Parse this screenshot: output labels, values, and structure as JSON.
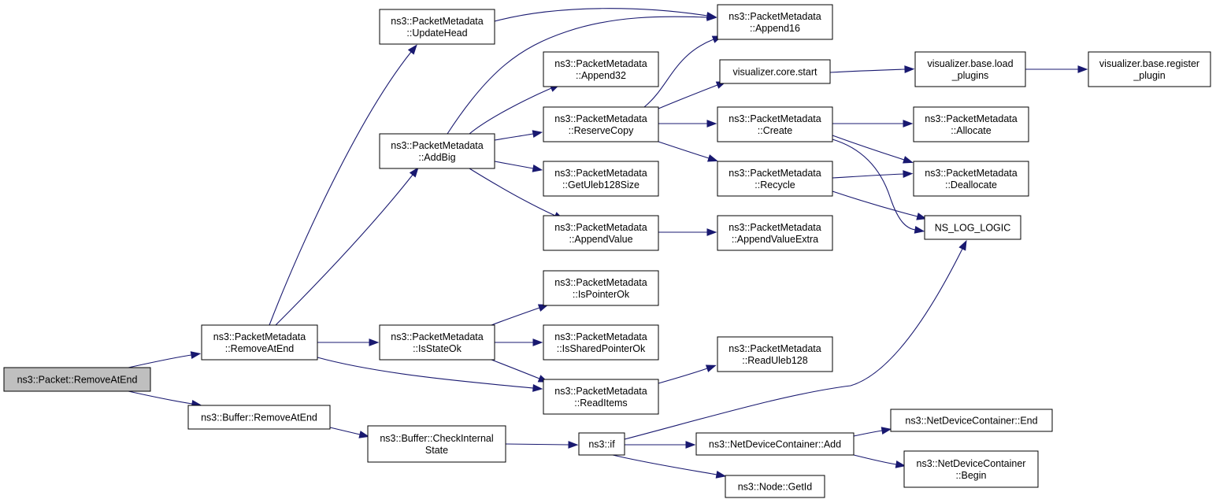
{
  "nodes": [
    {
      "id": "packet_removeatend",
      "lines": [
        "ns3::Packet::RemoveAtEnd"
      ]
    },
    {
      "id": "pm_removeatend",
      "lines": [
        "ns3::PacketMetadata",
        "::RemoveAtEnd"
      ]
    },
    {
      "id": "buffer_removeatend",
      "lines": [
        "ns3::Buffer::RemoveAtEnd"
      ]
    },
    {
      "id": "pm_updatehead",
      "lines": [
        "ns3::PacketMetadata",
        "::UpdateHead"
      ]
    },
    {
      "id": "pm_addbig",
      "lines": [
        "ns3::PacketMetadata",
        "::AddBig"
      ]
    },
    {
      "id": "pm_isstateok",
      "lines": [
        "ns3::PacketMetadata",
        "::IsStateOk"
      ]
    },
    {
      "id": "pm_readitems",
      "lines": [
        "ns3::PacketMetadata",
        "::ReadItems"
      ]
    },
    {
      "id": "buffer_checkinternalstate",
      "lines": [
        "ns3::Buffer::CheckInternal",
        "State"
      ]
    },
    {
      "id": "pm_append32",
      "lines": [
        "ns3::PacketMetadata",
        "::Append32"
      ]
    },
    {
      "id": "pm_reservecopy",
      "lines": [
        "ns3::PacketMetadata",
        "::ReserveCopy"
      ]
    },
    {
      "id": "pm_getuleb128size",
      "lines": [
        "ns3::PacketMetadata",
        "::GetUleb128Size"
      ]
    },
    {
      "id": "pm_appendvalue",
      "lines": [
        "ns3::PacketMetadata",
        "::AppendValue"
      ]
    },
    {
      "id": "pm_ispointerok",
      "lines": [
        "ns3::PacketMetadata",
        "::IsPointerOk"
      ]
    },
    {
      "id": "pm_issharedpointerok",
      "lines": [
        "ns3::PacketMetadata",
        "::IsSharedPointerOk"
      ]
    },
    {
      "id": "ns3_if",
      "lines": [
        "ns3::if"
      ]
    },
    {
      "id": "pm_append16",
      "lines": [
        "ns3::PacketMetadata",
        "::Append16"
      ]
    },
    {
      "id": "visualizer_core_start",
      "lines": [
        "visualizer.core.start"
      ]
    },
    {
      "id": "pm_create",
      "lines": [
        "ns3::PacketMetadata",
        "::Create"
      ]
    },
    {
      "id": "pm_recycle",
      "lines": [
        "ns3::PacketMetadata",
        "::Recycle"
      ]
    },
    {
      "id": "pm_appendvalueextra",
      "lines": [
        "ns3::PacketMetadata",
        "::AppendValueExtra"
      ]
    },
    {
      "id": "pm_readuleb128",
      "lines": [
        "ns3::PacketMetadata",
        "::ReadUleb128"
      ]
    },
    {
      "id": "ndc_add",
      "lines": [
        "ns3::NetDeviceContainer::Add"
      ]
    },
    {
      "id": "node_getid",
      "lines": [
        "ns3::Node::GetId"
      ]
    },
    {
      "id": "visualizer_base_load_plugins",
      "lines": [
        "visualizer.base.load",
        "_plugins"
      ]
    },
    {
      "id": "pm_allocate",
      "lines": [
        "ns3::PacketMetadata",
        "::Allocate"
      ]
    },
    {
      "id": "pm_deallocate",
      "lines": [
        "ns3::PacketMetadata",
        "::Deallocate"
      ]
    },
    {
      "id": "ns_log_logic",
      "lines": [
        "NS_LOG_LOGIC"
      ]
    },
    {
      "id": "ndc_end",
      "lines": [
        "ns3::NetDeviceContainer::End"
      ]
    },
    {
      "id": "ndc_begin",
      "lines": [
        "ns3::NetDeviceContainer",
        "::Begin"
      ]
    },
    {
      "id": "visualizer_base_register_plugin",
      "lines": [
        "visualizer.base.register",
        "_plugin"
      ]
    }
  ],
  "edges": [
    [
      "packet_removeatend",
      "pm_removeatend"
    ],
    [
      "packet_removeatend",
      "buffer_removeatend"
    ],
    [
      "pm_removeatend",
      "pm_updatehead"
    ],
    [
      "pm_removeatend",
      "pm_addbig"
    ],
    [
      "pm_removeatend",
      "pm_isstateok"
    ],
    [
      "pm_removeatend",
      "pm_readitems"
    ],
    [
      "pm_updatehead",
      "pm_append16"
    ],
    [
      "pm_addbig",
      "pm_append16"
    ],
    [
      "pm_addbig",
      "pm_append32"
    ],
    [
      "pm_addbig",
      "pm_reservecopy"
    ],
    [
      "pm_addbig",
      "pm_getuleb128size"
    ],
    [
      "pm_addbig",
      "pm_appendvalue"
    ],
    [
      "pm_reservecopy",
      "pm_append16"
    ],
    [
      "pm_reservecopy",
      "visualizer_core_start"
    ],
    [
      "pm_reservecopy",
      "pm_create"
    ],
    [
      "pm_reservecopy",
      "pm_recycle"
    ],
    [
      "visualizer_core_start",
      "visualizer_base_load_plugins"
    ],
    [
      "visualizer_base_load_plugins",
      "visualizer_base_register_plugin"
    ],
    [
      "pm_create",
      "pm_allocate"
    ],
    [
      "pm_create",
      "pm_deallocate"
    ],
    [
      "pm_create",
      "ns_log_logic"
    ],
    [
      "pm_recycle",
      "pm_deallocate"
    ],
    [
      "pm_recycle",
      "ns_log_logic"
    ],
    [
      "pm_appendvalue",
      "pm_appendvalueextra"
    ],
    [
      "pm_isstateok",
      "pm_ispointerok"
    ],
    [
      "pm_isstateok",
      "pm_issharedpointerok"
    ],
    [
      "pm_isstateok",
      "pm_readitems"
    ],
    [
      "pm_readitems",
      "pm_readuleb128"
    ],
    [
      "buffer_removeatend",
      "buffer_checkinternalstate"
    ],
    [
      "buffer_checkinternalstate",
      "ns3_if"
    ],
    [
      "ns3_if",
      "ns_log_logic"
    ],
    [
      "ns3_if",
      "ndc_add"
    ],
    [
      "ns3_if",
      "node_getid"
    ],
    [
      "ndc_add",
      "ndc_end"
    ],
    [
      "ndc_add",
      "ndc_begin"
    ]
  ]
}
